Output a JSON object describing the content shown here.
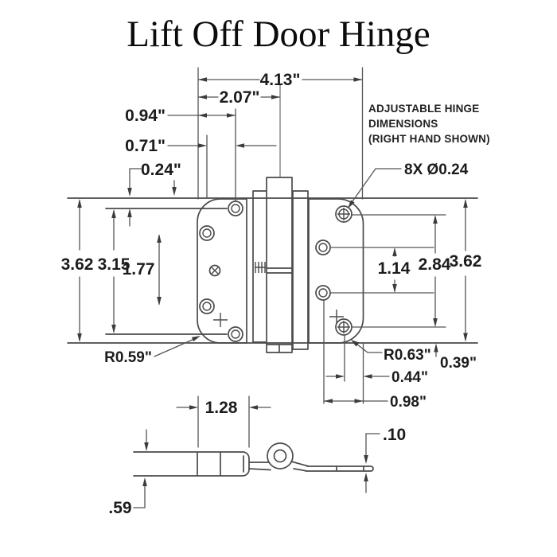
{
  "title": "Lift Off Door Hinge",
  "colors": {
    "background": "#ffffff",
    "line": "#4a4a4a",
    "text": "#1c1c1c"
  },
  "annotation": {
    "note_line1": "ADJUSTABLE HINGE",
    "note_line2": "DIMENSIONS",
    "note_line3": "(RIGHT HAND SHOWN)",
    "hole_callout": "8X Ø0.24"
  },
  "dimensions": {
    "overall_width": "4.13\"",
    "center_offset": "2.07\"",
    "edge_to_outer_holes": "0.94\"",
    "hole_column_offset": "0.71\"",
    "top_edge_to_hole": "0.24\"",
    "left_leaf_height": "3.62",
    "left_outer_hole_span": "3.15",
    "left_inner_hole_span": "1.77",
    "right_inner_hole_span": "1.14",
    "right_outer_hole_span": "2.84",
    "right_leaf_height": "3.62",
    "left_leaf_radius": "R0.59\"",
    "right_leaf_radius": "R0.63\"",
    "hole_to_bottom_edge": "0.39\"",
    "hole_to_side_edge": "0.44\"",
    "hole_column_to_edge": "0.98\"",
    "offset_plate_length": "1.28",
    "thin_leaf_thickness": ".10",
    "thick_leaf_thickness": ".59"
  }
}
